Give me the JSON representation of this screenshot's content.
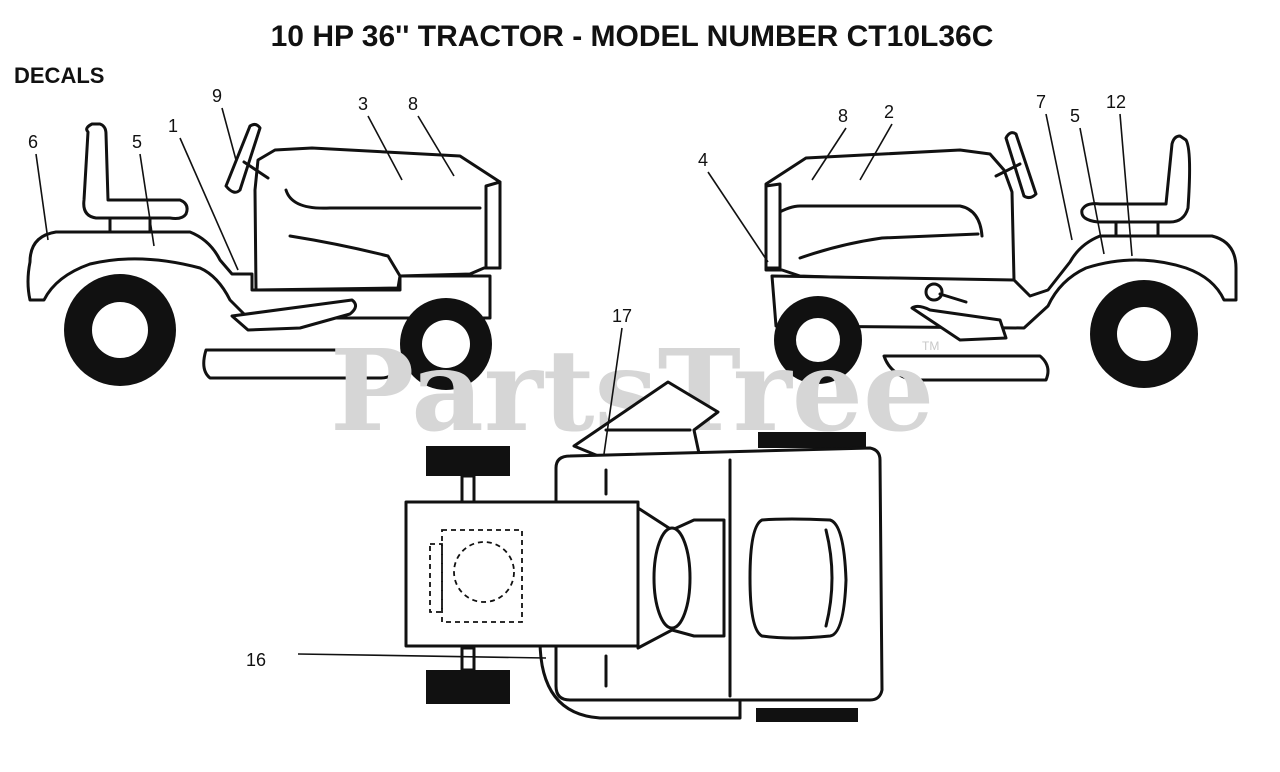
{
  "diagram": {
    "title": "10 HP 36'' TRACTOR  - MODEL NUMBER CT10L36C",
    "section": "DECALS",
    "watermark": "PartsTree",
    "trademark": "TM",
    "callouts": {
      "left_6": "6",
      "left_5": "5",
      "left_1": "1",
      "left_9": "9",
      "left_3": "3",
      "left_8": "8",
      "right_4": "4",
      "right_8": "8",
      "right_2": "2",
      "right_7": "7",
      "right_5": "5",
      "right_12": "12",
      "top_17": "17",
      "top_16": "16"
    },
    "colors": {
      "ink": "#111111",
      "watermark": "#d6d6d6",
      "background": "#ffffff"
    }
  }
}
